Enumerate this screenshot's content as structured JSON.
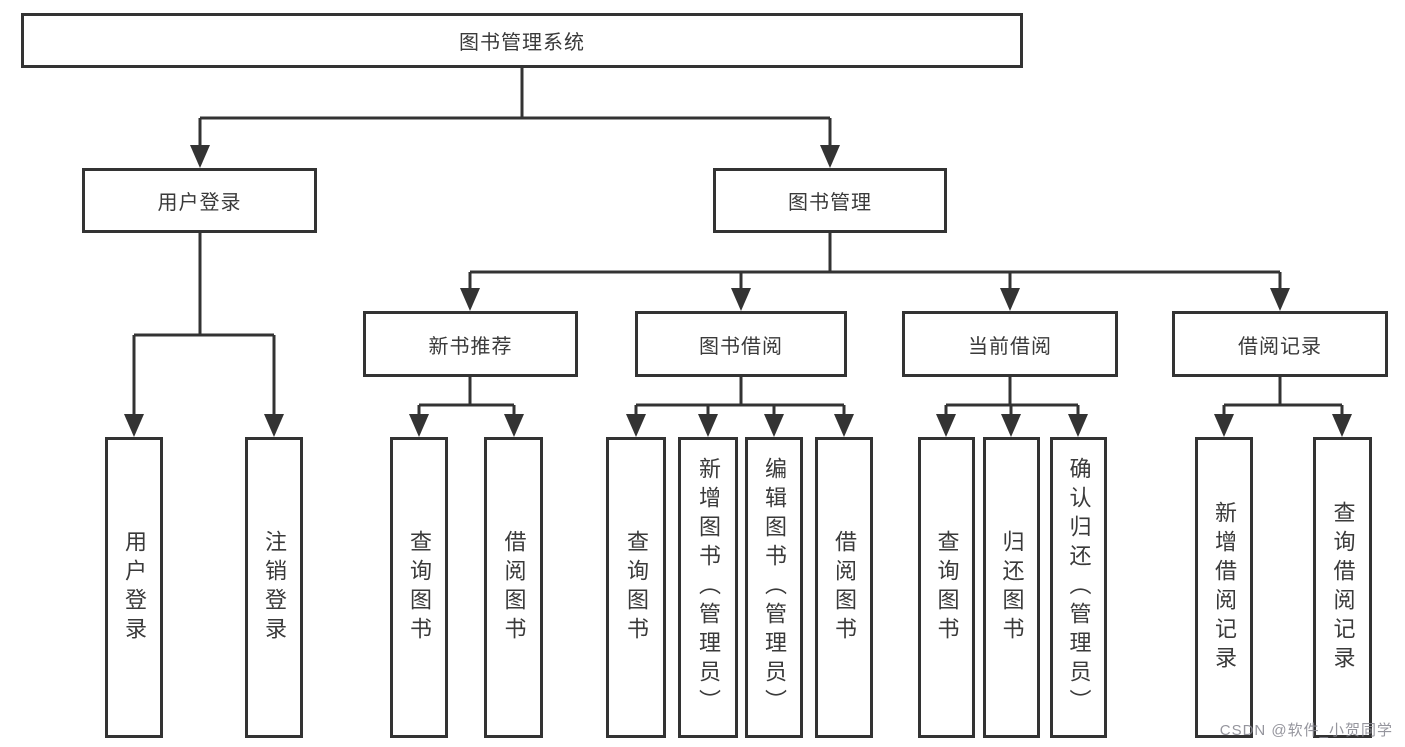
{
  "tree": {
    "label": "图书管理系统",
    "children": [
      {
        "label": "用户登录",
        "children": [
          {
            "label": "用户登录"
          },
          {
            "label": "注销登录"
          }
        ]
      },
      {
        "label": "图书管理",
        "children": [
          {
            "label": "新书推荐",
            "children": [
              {
                "label": "查询图书"
              },
              {
                "label": "借阅图书"
              }
            ]
          },
          {
            "label": "图书借阅",
            "children": [
              {
                "label": "查询图书"
              },
              {
                "label": "新增图书（管理员）"
              },
              {
                "label": "编辑图书（管理员）"
              },
              {
                "label": "借阅图书"
              }
            ]
          },
          {
            "label": "当前借阅",
            "children": [
              {
                "label": "查询图书"
              },
              {
                "label": "归还图书"
              },
              {
                "label": "确认归还（管理员）"
              }
            ]
          },
          {
            "label": "借阅记录",
            "children": [
              {
                "label": "新增借阅记录"
              },
              {
                "label": "查询借阅记录"
              }
            ]
          }
        ]
      }
    ]
  },
  "watermark": "CSDN @软件_小贺同学",
  "colors": {
    "line": "#333333",
    "box_border": "#333333",
    "text": "#3a3a3a",
    "watermark": "#898992",
    "background": "#ffffff"
  }
}
